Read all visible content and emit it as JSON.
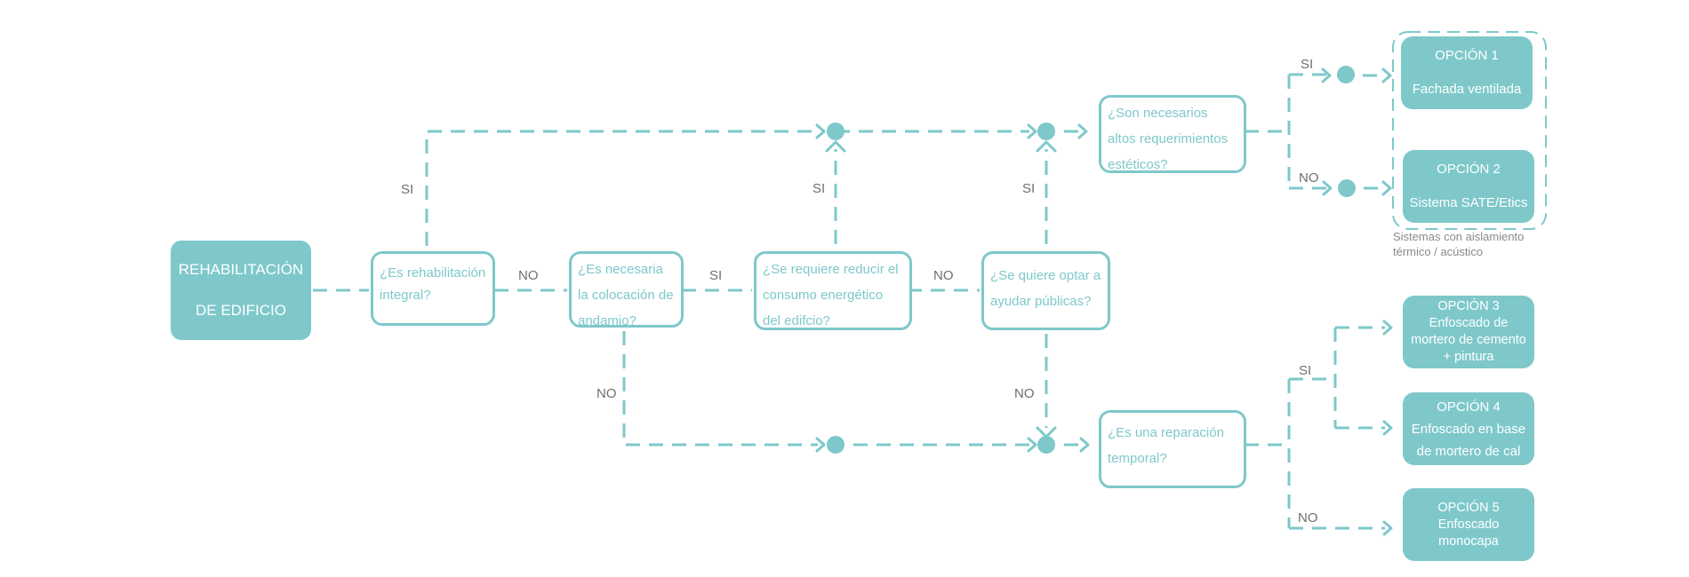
{
  "colors": {
    "accent": "#7ec8ca",
    "label": "#6f6f6f"
  },
  "start": {
    "line1": "REHABILITACIÓN",
    "line2": "DE EDIFICIO"
  },
  "questions": {
    "q1": "¿Es rehabilitación integral?",
    "q2": "¿Es necesaria la colocación de andamio?",
    "q3": "¿Se requiere reducir el consumo energético del edifcio?",
    "q4": "¿Se quiere optar a ayudar públicas?",
    "q5": "¿Son necesarios altos requerimientos estéticos?",
    "q6": "¿Es una reparación temporal?"
  },
  "options": {
    "o1": {
      "title": "OPCIÓN 1",
      "text": "Fachada ventilada"
    },
    "o2": {
      "title": "OPCIÓN 2",
      "text": "Sistema SATE/Etics"
    },
    "o3": {
      "title": "OPCIÓN 3",
      "text": "Enfoscado de mortero de cemento + pintura"
    },
    "o4": {
      "title": "OPCIÓN 4",
      "text": "Enfoscado en base de mortero de cal"
    },
    "o5": {
      "title": "OPCIÓN 5",
      "text": "Enfoscado monocapa"
    }
  },
  "group_note": "Sistemas con aislamiento térmico / acústico",
  "edge_labels": {
    "q1_si": "SI",
    "q1_no": "NO",
    "q2_si": "SI",
    "q2_no": "NO",
    "q3_si": "SI",
    "q3_no": "NO",
    "q4_si": "SI",
    "q4_no": "NO",
    "q5_si": "SI",
    "q5_no": "NO",
    "q6_si": "SI",
    "q6_no": "NO"
  }
}
